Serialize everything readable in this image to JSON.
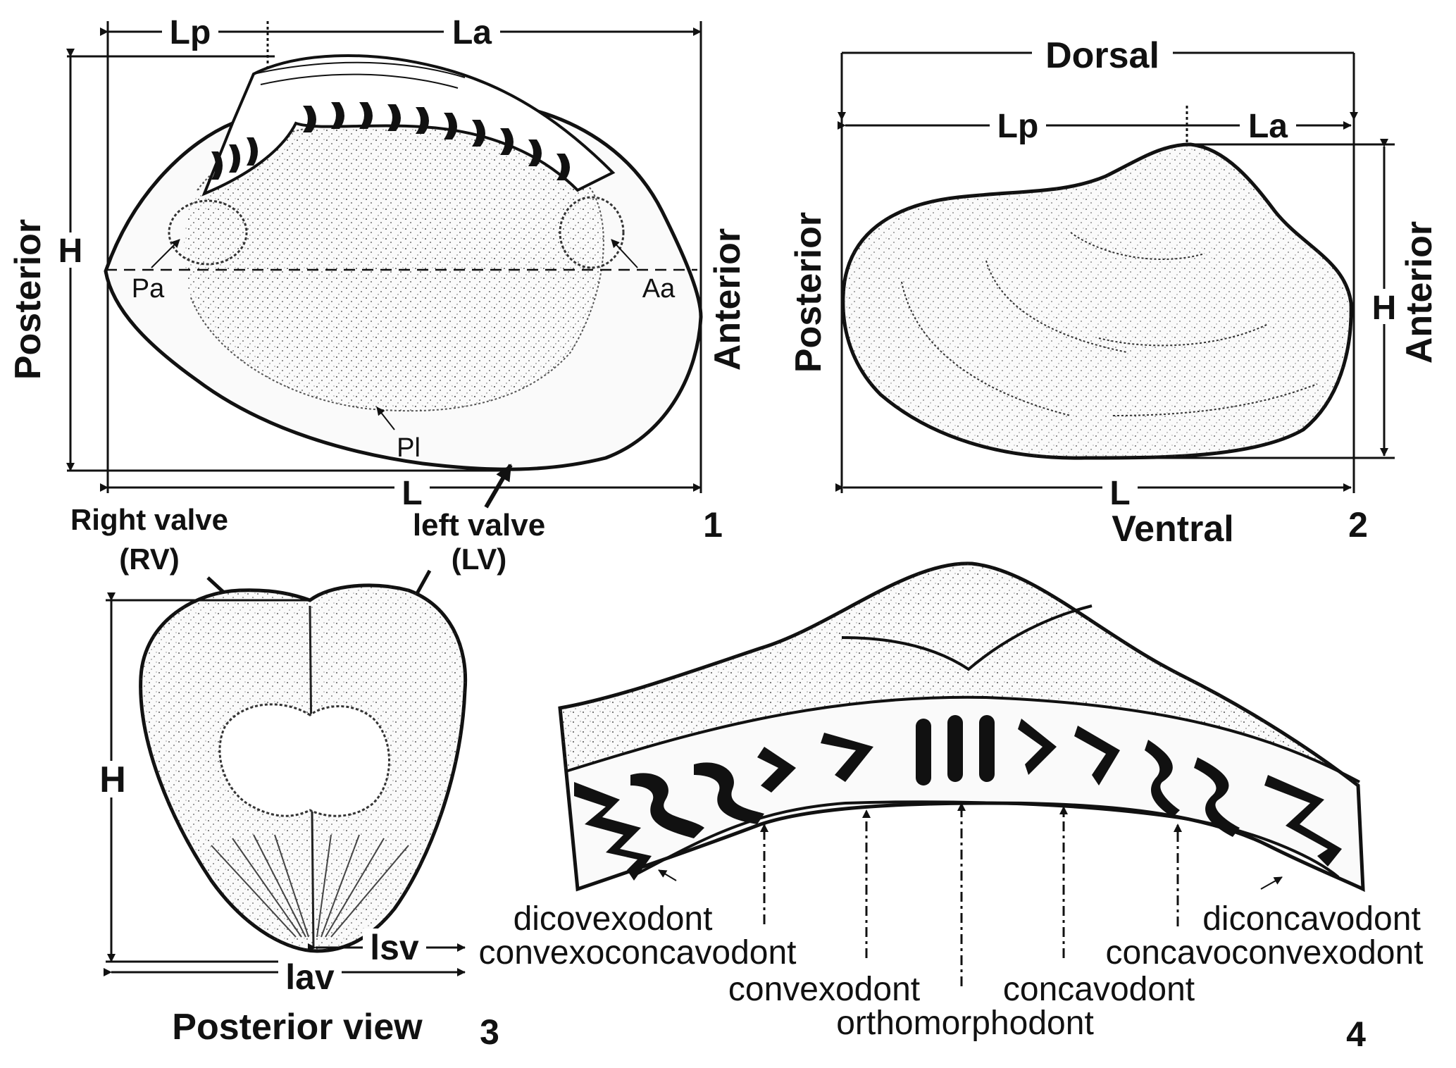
{
  "panel1": {
    "number": "1",
    "lp": "Lp",
    "la": "La",
    "h": "H",
    "l": "L",
    "posterior": "Posterior",
    "anterior": "Anterior",
    "pa": "Pa",
    "aa": "Aa",
    "pl": "Pl",
    "left_valve": "left valve"
  },
  "panel2": {
    "number": "2",
    "dorsal": "Dorsal",
    "ventral": "Ventral",
    "lp": "Lp",
    "la": "La",
    "h": "H",
    "l": "L",
    "posterior": "Posterior",
    "anterior": "Anterior"
  },
  "panel3": {
    "number": "3",
    "right_valve_1": "Right valve",
    "right_valve_2": "(RV)",
    "left_valve_2": "(LV)",
    "h": "H",
    "lav": "lav",
    "lsv": "lsv",
    "caption": "Posterior view"
  },
  "panel4": {
    "number": "4",
    "terms": {
      "dicovexodont": "dicovexodont",
      "convexoconcavodont": "convexoconcavodont",
      "convexodont": "convexodont",
      "orthomorphodont": "orthomorphodont",
      "concavodont": "concavodont",
      "concavoconvexodont": "concavoconvexodont",
      "diconcavodont": "diconcavodont"
    }
  }
}
